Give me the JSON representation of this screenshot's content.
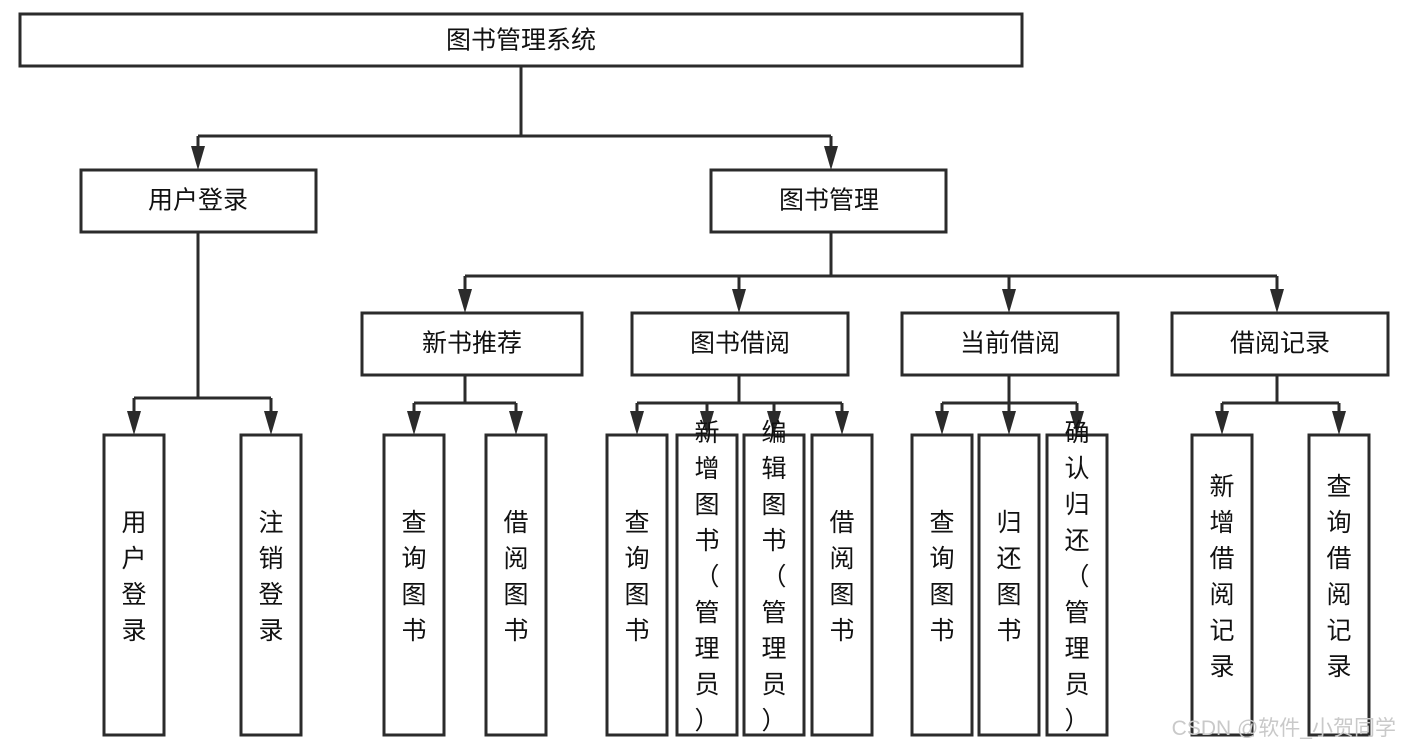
{
  "diagram": {
    "type": "tree-hierarchy",
    "title": "图书管理系统",
    "root": {
      "id": "root",
      "label": "图书管理系统",
      "level": 0
    },
    "level2": [
      {
        "id": "user-login",
        "label": "用户登录"
      },
      {
        "id": "book-management",
        "label": "图书管理"
      }
    ],
    "level3": [
      {
        "id": "new-book-recommend",
        "label": "新书推荐",
        "parent": "book-management"
      },
      {
        "id": "book-borrow",
        "label": "图书借阅",
        "parent": "book-management"
      },
      {
        "id": "current-borrow",
        "label": "当前借阅",
        "parent": "book-management"
      },
      {
        "id": "borrow-record",
        "label": "借阅记录",
        "parent": "book-management"
      }
    ],
    "leaves": {
      "user-login": [
        {
          "id": "leaf-user-login",
          "label": "用户登录"
        },
        {
          "id": "leaf-logout-login",
          "label": "注销登录"
        }
      ],
      "new-book-recommend": [
        {
          "id": "leaf-query-book-1",
          "label": "查询图书"
        },
        {
          "id": "leaf-borrow-book-1",
          "label": "借阅图书"
        }
      ],
      "book-borrow": [
        {
          "id": "leaf-query-book-2",
          "label": "查询图书"
        },
        {
          "id": "leaf-add-book",
          "label": "新增图书（管理员）"
        },
        {
          "id": "leaf-edit-book",
          "label": "编辑图书（管理员）"
        },
        {
          "id": "leaf-borrow-book-2",
          "label": "借阅图书"
        }
      ],
      "current-borrow": [
        {
          "id": "leaf-query-book-3",
          "label": "查询图书"
        },
        {
          "id": "leaf-return-book",
          "label": "归还图书"
        },
        {
          "id": "leaf-confirm-return",
          "label": "确认归还（管理员）"
        }
      ],
      "borrow-record": [
        {
          "id": "leaf-add-record",
          "label": "新增借阅记录"
        },
        {
          "id": "leaf-query-record",
          "label": "查询借阅记录"
        }
      ]
    },
    "colors": {
      "box_fill": "#ffffff",
      "box_stroke": "#2b2b2b",
      "connector": "#2b2b2b",
      "text": "#111111",
      "background": "#ffffff",
      "watermark": "#c9c9c9"
    }
  },
  "watermark": {
    "label": "CSDN @软件_小贺同学"
  }
}
